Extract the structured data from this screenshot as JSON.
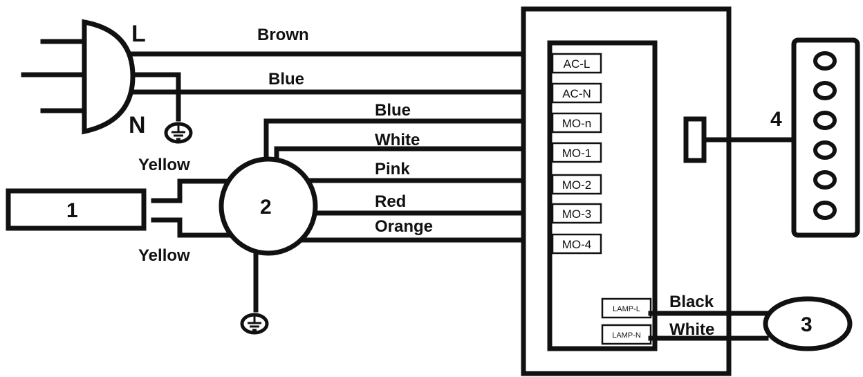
{
  "plug": {
    "live": "L",
    "neutral": "N"
  },
  "wires": {
    "live": "Brown",
    "neutral": "Blue",
    "ground": "Yellow",
    "motor_n": "Blue",
    "motor_1": "White",
    "motor_2": "Pink",
    "motor_3": "Red",
    "motor_4": "Orange",
    "capacitor": "Yellow",
    "lamp_l": "Black",
    "lamp_n": "White"
  },
  "components": {
    "capacitor": "1",
    "motor": "2",
    "lamp": "3",
    "control_panel": "4"
  },
  "terminals": {
    "ac_l": "AC-L",
    "ac_n": "AC-N",
    "mo_n": "MO-n",
    "mo_1": "MO-1",
    "mo_2": "MO-2",
    "mo_3": "MO-3",
    "mo_4": "MO-4",
    "lamp_l": "LAMP-L",
    "lamp_n": "LAMP-N"
  }
}
